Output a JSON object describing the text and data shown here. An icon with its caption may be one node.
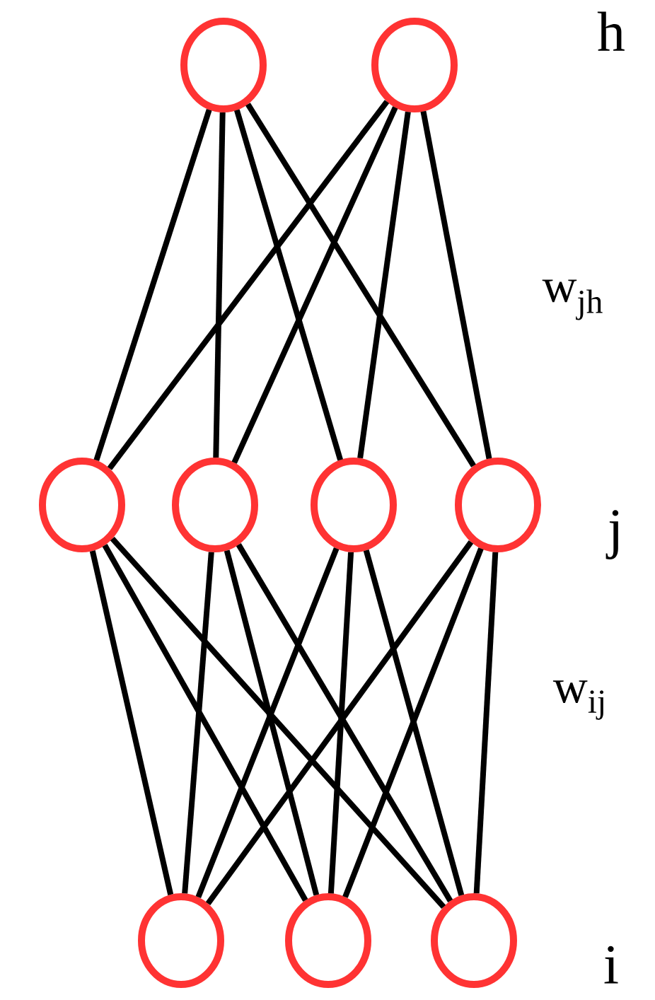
{
  "diagram": {
    "nodes": [
      {
        "text": [],
        "shape": "circle"
      },
      {
        "text": [],
        "shape": "circle"
      },
      {
        "text": [],
        "shape": "circle"
      },
      {
        "text": [],
        "shape": "circle"
      },
      {
        "text": [],
        "shape": "circle"
      },
      {
        "text": [],
        "shape": "circle"
      },
      {
        "text": [],
        "shape": "circle"
      },
      {
        "text": [],
        "shape": "circle"
      },
      {
        "text": [],
        "shape": "circle"
      }
    ],
    "edges": [
      {
        "from": 0,
        "to": 2,
        "arrow": "none"
      },
      {
        "from": 0,
        "to": 3,
        "arrow": "none"
      },
      {
        "from": 0,
        "to": 4,
        "arrow": "none"
      },
      {
        "from": 0,
        "to": 5,
        "arrow": "none"
      },
      {
        "from": 1,
        "to": 2,
        "arrow": "none"
      },
      {
        "from": 1,
        "to": 3,
        "arrow": "none"
      },
      {
        "from": 1,
        "to": 4,
        "arrow": "none"
      },
      {
        "from": 1,
        "to": 5,
        "arrow": "none"
      },
      {
        "from": 2,
        "to": 6,
        "arrow": "none"
      },
      {
        "from": 2,
        "to": 7,
        "arrow": "none"
      },
      {
        "from": 2,
        "to": 8,
        "arrow": "none"
      },
      {
        "from": 3,
        "to": 6,
        "arrow": "none"
      },
      {
        "from": 3,
        "to": 7,
        "arrow": "none"
      },
      {
        "from": 3,
        "to": 8,
        "arrow": "none"
      },
      {
        "from": 4,
        "to": 6,
        "arrow": "none"
      },
      {
        "from": 4,
        "to": 7,
        "arrow": "none"
      },
      {
        "from": 4,
        "to": 8,
        "arrow": "none"
      },
      {
        "from": 5,
        "to": 6,
        "arrow": "none"
      },
      {
        "from": 5,
        "to": 7,
        "arrow": "none"
      },
      {
        "from": 5,
        "to": 8,
        "arrow": "none"
      }
    ],
    "labels": [
      "h",
      "w$_{jh}$",
      "j",
      "w$_{ij}$",
      "i"
    ]
  }
}
